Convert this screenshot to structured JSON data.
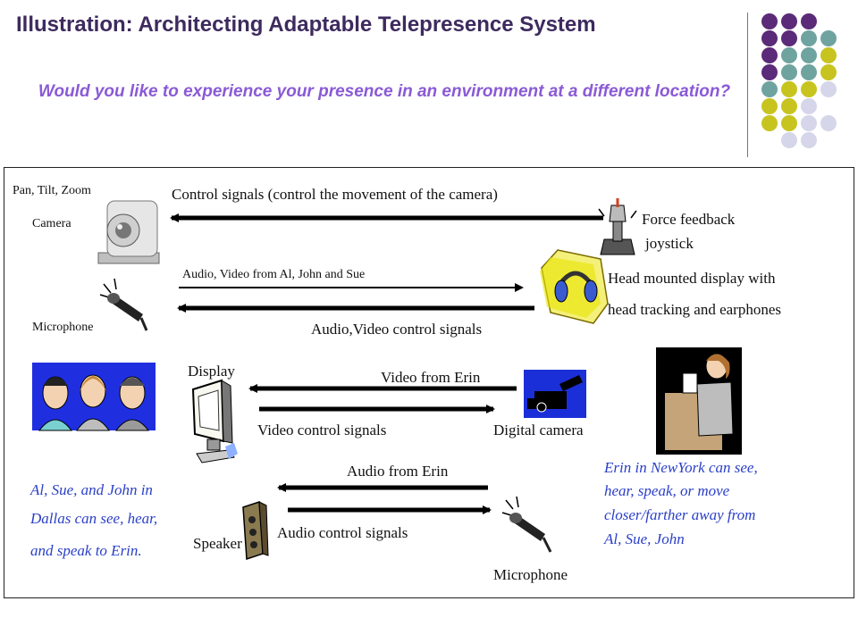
{
  "header": {
    "title": "Illustration: Architecting Adaptable Telepresence System",
    "subtitle": "Would you like to experience your presence in an environment at a different location?"
  },
  "colors": {
    "title": "#3d2a5e",
    "subtitle": "#8a5ad6",
    "dot_purple": "#5b2a78",
    "dot_teal": "#6fa3a0",
    "dot_yellow": "#c7c420",
    "dot_lavender": "#d6d6ea",
    "blue_text": "#2a3fc8"
  },
  "labels": {
    "pan_tilt_zoom": "Pan, Tilt, Zoom",
    "camera": "Camera",
    "microphone_left": "Microphone",
    "control_signals": "Control signals (control the movement of the camera)",
    "force_feedback": "Force feedback",
    "joystick": "joystick",
    "av_from": "Audio, Video from Al, John and Sue",
    "hmd_line1": "Head mounted display with",
    "hmd_line2": "head tracking and earphones",
    "av_control": "Audio,Video control signals",
    "display": "Display",
    "video_from_erin": "Video from Erin",
    "video_control": "Video control signals",
    "digital_camera": "Digital camera",
    "audio_from_erin": "Audio from Erin",
    "audio_control": "Audio control signals",
    "speaker": "Speaker",
    "microphone_bottom": "Microphone"
  },
  "notes": {
    "dallas_line1": "Al, Sue, and John in",
    "dallas_line2": "Dallas can see, hear,",
    "dallas_line3": "and speak to Erin.",
    "erin_line1": "Erin in NewYork can see,",
    "erin_line2": "hear, speak, or move",
    "erin_line3": "closer/farther away from",
    "erin_line4": "Al, Sue, John"
  }
}
